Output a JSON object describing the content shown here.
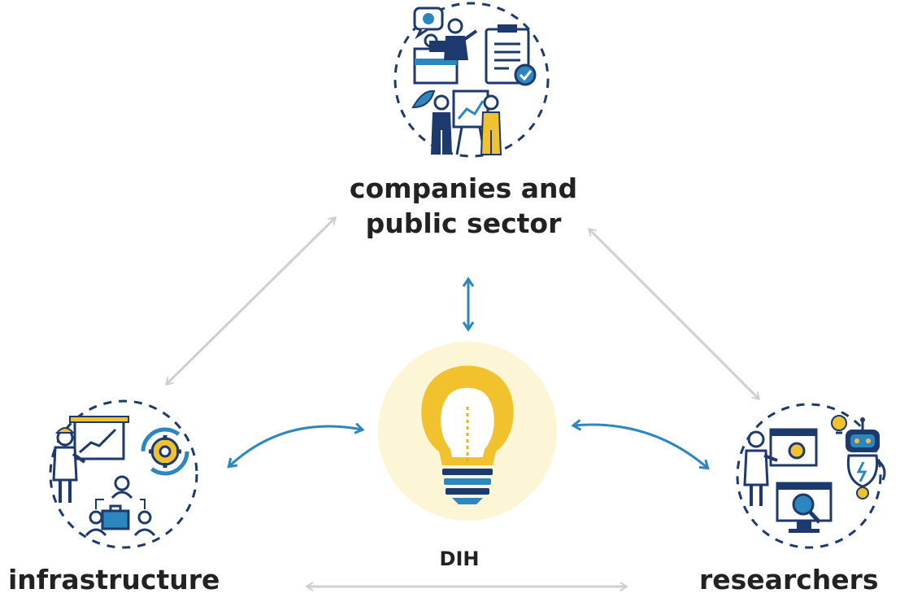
{
  "nodes": {
    "top": {
      "line1": "companies and",
      "line2": "public sector"
    },
    "left": {
      "label": "infrastructure"
    },
    "right": {
      "label": "researchers"
    },
    "center": {
      "label": "DIH"
    }
  },
  "colors": {
    "navy": "#1c3a6e",
    "blue": "#2d87bf",
    "yellow": "#f2c12e",
    "glow": "#fdf6d6",
    "grey_arrow": "#cfcfcf",
    "text": "#222222"
  }
}
